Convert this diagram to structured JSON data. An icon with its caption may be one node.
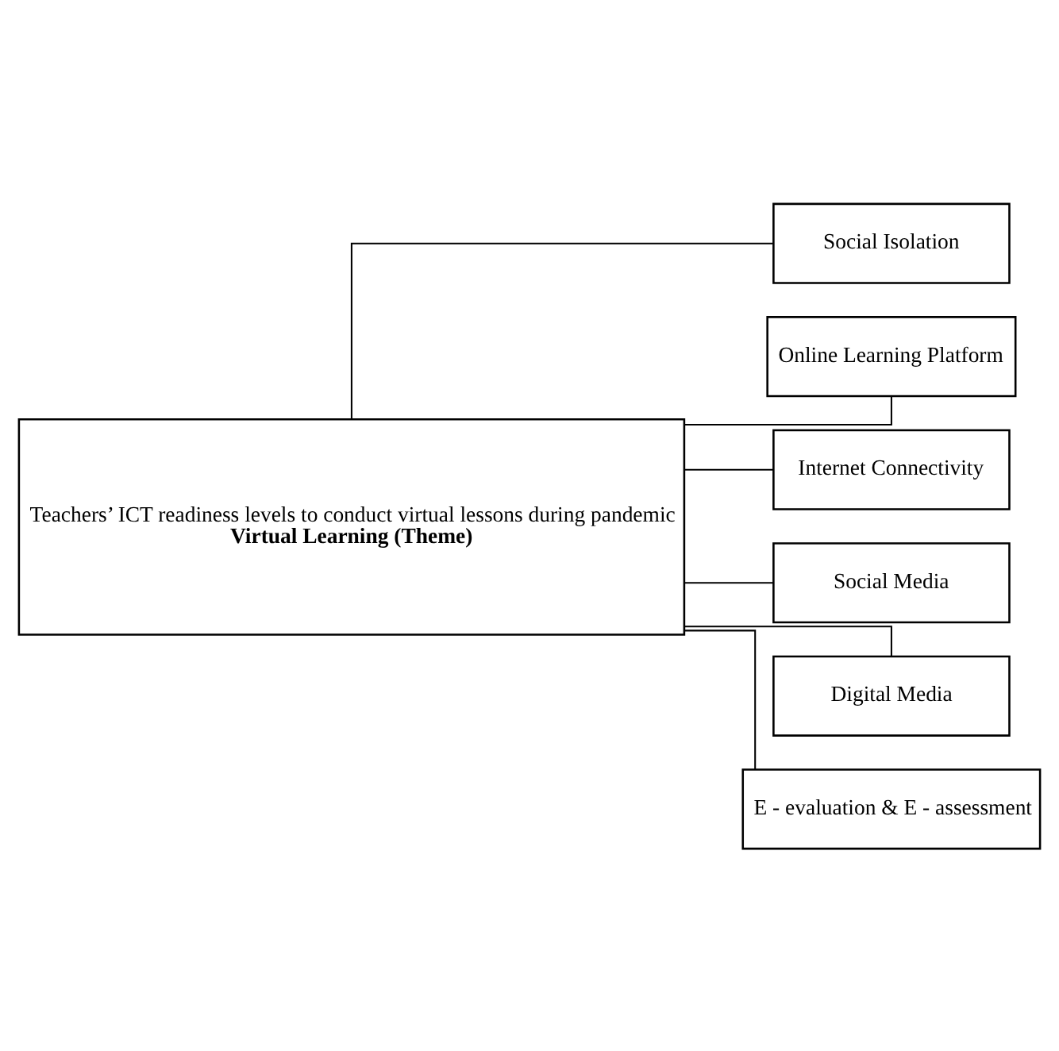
{
  "diagram": {
    "nodes": [
      {
        "text": [
          "Teachers’ ICT readiness levels to conduct virtual lessons during pandemic",
          "Virtual Learning (Theme)"
        ]
      },
      {
        "text": [
          "Social Isolation"
        ]
      },
      {
        "text": [
          "Online Learning Platform"
        ]
      },
      {
        "text": [
          "Internet Connectivity"
        ]
      },
      {
        "text": [
          "Social Media"
        ]
      },
      {
        "text": [
          "Digital Media"
        ]
      },
      {
        "text": [
          "E - evaluation & E - assessment"
        ]
      }
    ],
    "edges": [
      {
        "from": 0,
        "to": 1,
        "arrow": "none"
      },
      {
        "from": 0,
        "to": 2,
        "arrow": "none"
      },
      {
        "from": 0,
        "to": 3,
        "arrow": "none"
      },
      {
        "from": 0,
        "to": 4,
        "arrow": "none"
      },
      {
        "from": 0,
        "to": 5,
        "arrow": "none"
      },
      {
        "from": 0,
        "to": 6,
        "arrow": "none"
      }
    ]
  }
}
